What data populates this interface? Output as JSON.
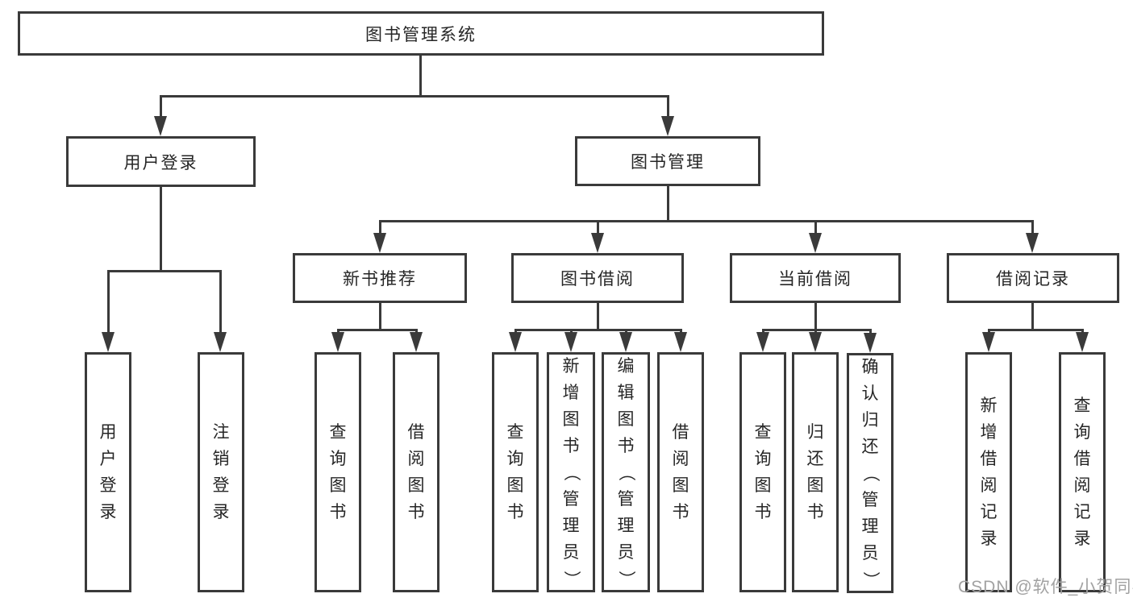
{
  "diagram": {
    "title": "图书管理系统",
    "root": {
      "label": "图书管理系统"
    },
    "login_branch": {
      "label": "用户登录",
      "children": [
        {
          "label": "用户登录"
        },
        {
          "label": "注销登录"
        }
      ]
    },
    "management_branch": {
      "label": "图书管理",
      "modules": [
        {
          "label": "新书推荐",
          "children": [
            {
              "label": "查询图书"
            },
            {
              "label": "借阅图书"
            }
          ]
        },
        {
          "label": "图书借阅",
          "children": [
            {
              "label": "查询图书"
            },
            {
              "label": "新增图书（管理员）"
            },
            {
              "label": "编辑图书（管理员）"
            },
            {
              "label": "借阅图书"
            }
          ]
        },
        {
          "label": "当前借阅",
          "children": [
            {
              "label": "查询图书"
            },
            {
              "label": "归还图书"
            },
            {
              "label": "确认归还（管理员）"
            }
          ]
        },
        {
          "label": "借阅记录",
          "children": [
            {
              "label": "新增借阅记录"
            },
            {
              "label": "查询借阅记录"
            }
          ]
        }
      ]
    },
    "watermark": {
      "text": "CSDN @软件_小贺同学"
    },
    "colors": {
      "line": "#3a3a3a",
      "text": "#262626",
      "watermark": "#a2a2a2",
      "background": "#ffffff"
    }
  }
}
